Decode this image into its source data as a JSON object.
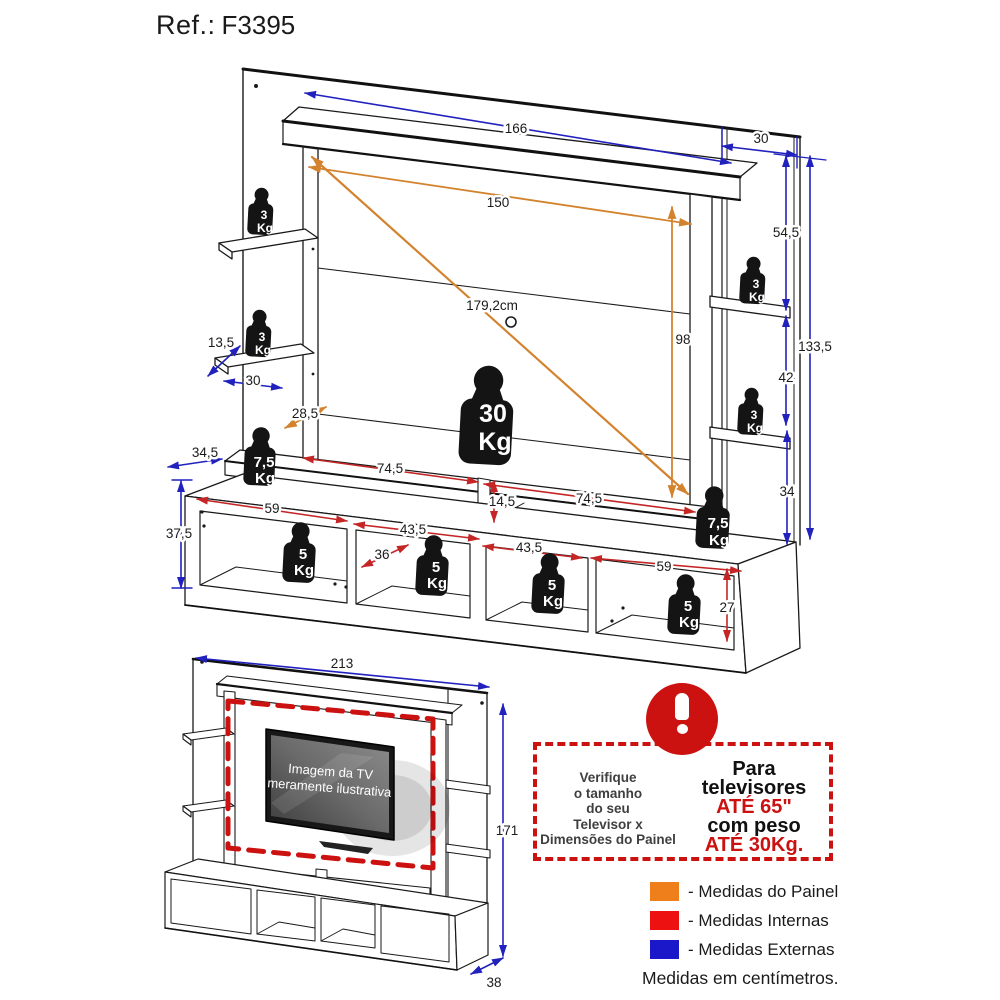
{
  "title": {
    "ref_label": "Ref.:",
    "ref_value": "F3395"
  },
  "colors": {
    "dim_panel_orange": "#D3832E",
    "dim_internal_red": "#C42626",
    "dim_external_blue": "#2121BE",
    "warning_red": "#CC1111",
    "weight_black": "#141414"
  },
  "dims_main": {
    "total_width": "166",
    "right_panel_width": "30",
    "shelf_depth": "13,5",
    "shelf_width": "30",
    "panel_width": "150",
    "panel_height": "98",
    "tv_max_diagonal": "179,2cm",
    "panel_bottom_offset": "28,5",
    "base_side_depth": "34,5",
    "base_height": "37,5",
    "right_top_gap": "54,5",
    "right_shelf_gap": "42",
    "right_bottom_gap": "34",
    "side_total_height": "133,5",
    "top_shelf_left": "74,5",
    "top_shelf_right": "74,5",
    "shelf_slot_height": "14,5",
    "comp1_width": "59",
    "comp2_width": "43,5",
    "comp_depth": "36",
    "comp3_width": "43,5",
    "comp4_width": "59",
    "comp_inner_height": "27"
  },
  "dims_overview": {
    "total_width": "213",
    "total_height": "171",
    "total_depth": "38"
  },
  "weights": {
    "w3": {
      "value": "3",
      "unit": "Kg"
    },
    "w5": {
      "value": "5",
      "unit": "Kg"
    },
    "w75": {
      "value": "7,5",
      "unit": "Kg"
    },
    "w30": {
      "value": "30",
      "unit": "Kg"
    }
  },
  "tv_label": {
    "line1": "Imagem da TV",
    "line2": "meramente ilustrativa"
  },
  "warning": {
    "left_lines": [
      "Verifique",
      "o tamanho",
      "do seu",
      "Televisor x",
      "Dimensões do Painel"
    ],
    "right_line1": "Para televisores",
    "right_line2": "ATÉ 65\"",
    "right_line3": "com peso",
    "right_line4": "ATÉ 30Kg."
  },
  "legend": {
    "items": [
      {
        "swatch": "#EF7F1A",
        "label": "- Medidas do Painel"
      },
      {
        "swatch": "#EE1111",
        "label": "- Medidas Internas"
      },
      {
        "swatch": "#1B18C9",
        "label": "- Medidas Externas"
      }
    ],
    "footer": "Medidas em centímetros."
  }
}
